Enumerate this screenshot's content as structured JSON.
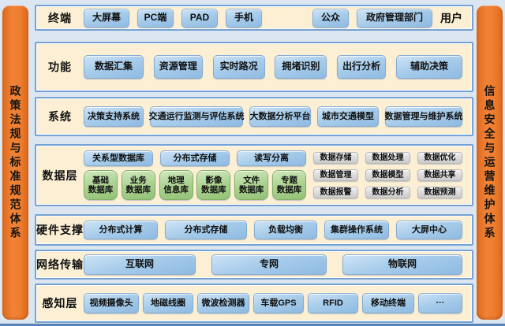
{
  "diagram": {
    "left_pillar": "政策法规与标准规范体系",
    "right_pillar": "信息安全与运营维护体系",
    "terminal": {
      "label": "终端",
      "devices": [
        "大屏幕",
        "PC端",
        "PAD",
        "手机"
      ],
      "user_groups": [
        "公众",
        "政府管理部门"
      ],
      "users_caption": "用户"
    },
    "function": {
      "label": "功能",
      "items": [
        "数据汇集",
        "资源管理",
        "实时路况",
        "拥堵识别",
        "出行分析",
        "辅助决策"
      ]
    },
    "system": {
      "label": "系统",
      "items": [
        "决策支持系统",
        "交通运行监测与评估系统",
        "大数据分析平台",
        "城市交通模型",
        "数据管理与维护系统"
      ]
    },
    "data_layer": {
      "label": "数据层",
      "storage": [
        "关系型数据库",
        "分布式存储",
        "读写分离"
      ],
      "databases": [
        "基础\n数据库",
        "业务\n数据库",
        "地理\n信息库",
        "影像\n数据库",
        "文件\n数据库",
        "专题\n数据库"
      ],
      "capabilities": [
        "数据存储",
        "数据处理",
        "数据优化",
        "数据管理",
        "数据模型",
        "数据共享",
        "数据报警",
        "数据分析",
        "数据预测"
      ]
    },
    "hardware": {
      "label": "硬件支撑",
      "items": [
        "分布式计算",
        "分布式存储",
        "负载均衡",
        "集群操作系统",
        "大屏中心"
      ]
    },
    "network": {
      "label": "网络传输",
      "items": [
        "互联网",
        "专网",
        "物联网"
      ]
    },
    "perception": {
      "label": "感知层",
      "items": [
        "视频摄像头",
        "地磁线圈",
        "微波检测器",
        "车载GPS",
        "RFID",
        "移动终端",
        "···"
      ]
    }
  },
  "colors": {
    "background": "#dce6f1",
    "panel_fill": "#fcefd4",
    "panel_border": "#76a3d3",
    "node_blue": "#9cc3e5",
    "node_green": "#a9d08e",
    "node_gray": "#d9d9d9",
    "pillar_orange": "#ed7d31",
    "baseline_blue": "#5b83b8"
  }
}
